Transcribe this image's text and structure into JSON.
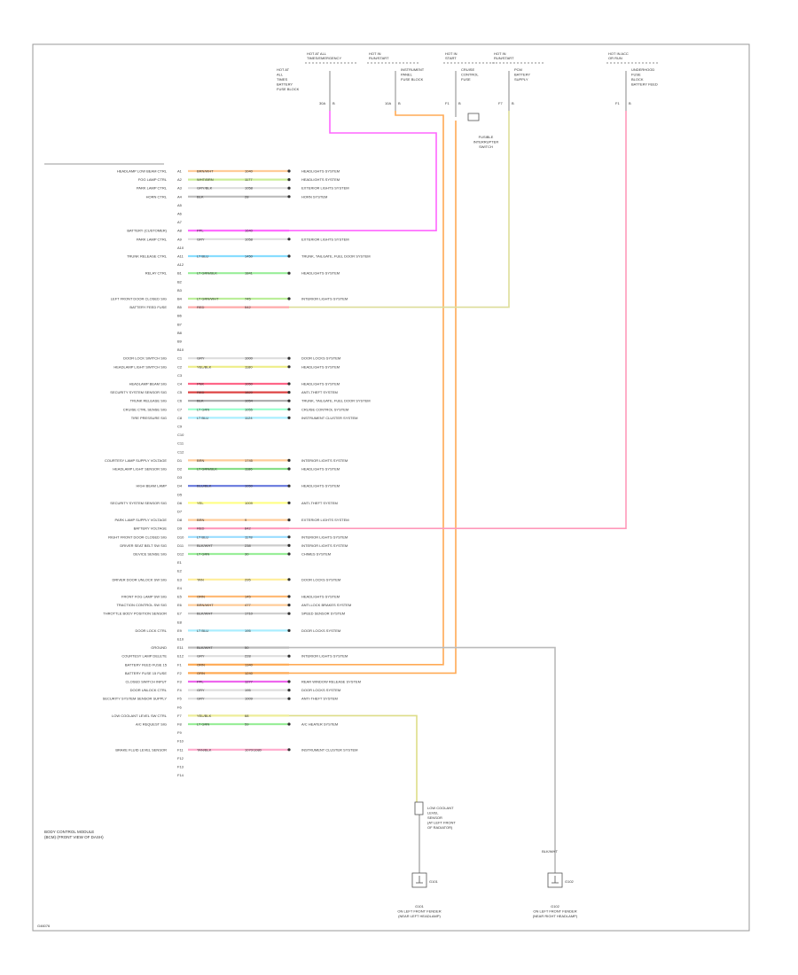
{
  "diagram": {
    "module_label": [
      "BODY CONTROL MODULE",
      "(BCM) (FRONT VIEW OF DASH)"
    ],
    "figure_id": "G46076",
    "pin_labels": [
      "A1",
      "A2",
      "A3",
      "A4",
      "A5",
      "A6",
      "A7",
      "A8",
      "A9",
      "A10",
      "A11",
      "A12",
      "B1",
      "B2",
      "B3",
      "B4",
      "B5",
      "B6",
      "B7",
      "B8",
      "B9",
      "B10",
      "C1",
      "C2",
      "C3",
      "C4",
      "C5",
      "C6",
      "C7",
      "C8",
      "C9",
      "C10",
      "C11",
      "C12",
      "D1",
      "D2",
      "D3",
      "D4",
      "D5",
      "D6",
      "D7",
      "D8",
      "D9",
      "D10",
      "D11",
      "D12",
      "E1",
      "E2",
      "E3",
      "E4",
      "E5",
      "E6",
      "E7",
      "E8",
      "E9",
      "E10",
      "E11",
      "E12",
      "F1",
      "F2",
      "F3",
      "F4",
      "F5",
      "F6",
      "F7",
      "F8",
      "F9",
      "F10",
      "F11",
      "F12",
      "F13",
      "F14"
    ],
    "rows": [
      {
        "label": "HEADLAMP LOW BEAM CTRL",
        "pin": "A1",
        "color": "BRN/WHT",
        "circuit": "1040",
        "dest": "HEADLIGHTS SYSTEM",
        "wire": "#ffcc99"
      },
      {
        "label": "FOG LAMP CTRL",
        "pin": "A2",
        "color": "WHT/BRN",
        "circuit": "1177",
        "dest": "HEADLIGHTS SYSTEM",
        "wire": "#ccee99"
      },
      {
        "label": "PARK LAMP CTRL",
        "pin": "A3",
        "color": "GRY/BLK",
        "circuit": "1058",
        "dest": "EXTERIOR LIGHTS SYSTEM",
        "wire": "#dddddd"
      },
      {
        "label": "HORN CTRL",
        "pin": "A4",
        "color": "BLK",
        "circuit": "28",
        "dest": "HORN SYSTEM",
        "wire": "#bbbbbb"
      },
      {
        "label": "BATTERY (CUSTOMER)",
        "pin": "A8",
        "color": "PPL",
        "circuit": "1640",
        "dest": "",
        "wire": "#ff66ff"
      },
      {
        "label": "PARK LAMP CTRL",
        "pin": "A9",
        "color": "GRY",
        "circuit": "1058",
        "dest": "EXTERIOR LIGHTS SYSTEM",
        "wire": "#dddddd"
      },
      {
        "label": "TRUNK RELEASE CTRL",
        "pin": "A11",
        "color": "LT BLU",
        "circuit": "1450",
        "dest": "TRUNK, TAILGATE, FUEL DOOR SYSTEM",
        "wire": "#88ddff"
      },
      {
        "label": "RELAY CTRL",
        "pin": "B1",
        "color": "LT GRN/BLK",
        "circuit": "1841",
        "dest": "HEADLIGHTS SYSTEM",
        "wire": "#99ee99"
      },
      {
        "label": "LEFT FRONT DOOR CLOSED SIG",
        "pin": "B4",
        "color": "LT GRN/WHT",
        "circuit": "745",
        "dest": "INTERIOR LIGHTS SYSTEM",
        "wire": "#bbee99"
      },
      {
        "label": "BATTERY FEED FUSE",
        "pin": "B5",
        "color": "RED",
        "circuit": "542",
        "dest": "",
        "wire": "#ffaaaa"
      },
      {
        "label": "DOOR LOCK SWITCH SIG",
        "pin": "C1",
        "color": "GRY",
        "circuit": "1000",
        "dest": "DOOR LOCKS SYSTEM",
        "wire": "#dddddd"
      },
      {
        "label": "HEADLAMP LIGHT SWITCH SIG",
        "pin": "C2",
        "color": "YEL/BLK",
        "circuit": "1180",
        "dest": "HEADLIGHTS SYSTEM",
        "wire": "#eeee88"
      },
      {
        "label": "HEADLAMP BEAM SIG",
        "pin": "C4",
        "color": "PNK",
        "circuit": "1050",
        "dest": "HEADLIGHTS SYSTEM",
        "wire": "#ff6688"
      },
      {
        "label": "SECURITY SYSTEM SENSOR SIG",
        "pin": "C5",
        "color": "RED",
        "circuit": "1820",
        "dest": "ANTI-THEFT SYSTEM",
        "wire": "#dd4444"
      },
      {
        "label": "TRUNK RELEASE SIG",
        "pin": "C6",
        "color": "BLK",
        "circuit": "1054",
        "dest": "TRUNK, TAILGATE, FUEL DOOR SYSTEM",
        "wire": "#aaaaaa"
      },
      {
        "label": "CRUISE CTRL SENSE SIG",
        "pin": "C7",
        "color": "LT GRN",
        "circuit": "1055",
        "dest": "CRUISE CONTROL SYSTEM",
        "wire": "#99ffcc"
      },
      {
        "label": "TIRE PRESSURE SIG",
        "pin": "C8",
        "color": "LT BLU",
        "circuit": "1124",
        "dest": "INSTRUMENT CLUSTER SYSTEM",
        "wire": "#aaeeff"
      },
      {
        "label": "COURTESY LAMP SUPPLY VOLTAGE",
        "pin": "D1",
        "color": "BRN",
        "circuit": "1745",
        "dest": "INTERIOR LIGHTS SYSTEM",
        "wire": "#ffcc99"
      },
      {
        "label": "HEADLAMP LIGHT SENSOR SIG",
        "pin": "D2",
        "color": "LT GRN/BLK",
        "circuit": "1186",
        "dest": "HEADLIGHTS SYSTEM",
        "wire": "#88dd88"
      },
      {
        "label": "HIGH BEAM LAMP",
        "pin": "D4",
        "color": "BLU/BLK",
        "circuit": "1050",
        "dest": "HEADLIGHTS SYSTEM",
        "wire": "#6677dd"
      },
      {
        "label": "SECURITY SYSTEM SENSOR SIG",
        "pin": "D6",
        "color": "YEL",
        "circuit": "1009",
        "dest": "ANTI-THEFT SYSTEM",
        "wire": "#ffff88"
      },
      {
        "label": "PARK LAMP SUPPLY VOLTAGE",
        "pin": "D8",
        "color": "BRN",
        "circuit": "9",
        "dest": "EXTERIOR LIGHTS SYSTEM",
        "wire": "#ffcc99"
      },
      {
        "label": "BATTERY VOLTAGE",
        "pin": "D9",
        "color": "RED",
        "circuit": "842",
        "dest": "",
        "wire": "#ff99bb"
      },
      {
        "label": "RIGHT FRONT DOOR CLOSED SIG",
        "pin": "D10",
        "color": "LT BLU",
        "circuit": "1178",
        "dest": "INTERIOR LIGHTS SYSTEM",
        "wire": "#99ddff"
      },
      {
        "label": "DRIVER SEAT BELT SW SIG",
        "pin": "D11",
        "color": "BLK/WHT",
        "circuit": "238",
        "dest": "INTERIOR LIGHTS SYSTEM",
        "wire": "#cccccc"
      },
      {
        "label": "DEVICE SENSE SIG",
        "pin": "D12",
        "color": "LT GRN",
        "circuit": "30",
        "dest": "CHIMES SYSTEM",
        "wire": "#99ee99"
      },
      {
        "label": "DRIVER DOOR UNLOCK SW SIG",
        "pin": "E3",
        "color": "TAN",
        "circuit": "295",
        "dest": "DOOR LOCKS SYSTEM",
        "wire": "#ffee99"
      },
      {
        "label": "FRONT FOG LAMP SW SIG",
        "pin": "E5",
        "color": "ORN",
        "circuit": "145",
        "dest": "HEADLIGHTS SYSTEM",
        "wire": "#ffbb77"
      },
      {
        "label": "TRACTION CONTROL SW SIG",
        "pin": "E6",
        "color": "BRN/WHT",
        "circuit": "477",
        "dest": "ANTI-LOCK BRAKES SYSTEM",
        "wire": "#ffcc99"
      },
      {
        "label": "THROTTLE BODY POSITION SENSOR",
        "pin": "E7",
        "color": "BLK/WHT",
        "circuit": "1710",
        "dest": "SPEED SENSOR SYSTEM",
        "wire": "#cccccc"
      },
      {
        "label": "DOOR LOCK CTRL",
        "pin": "E9",
        "color": "LT BLU",
        "circuit": "195",
        "dest": "DOOR LOCKS SYSTEM",
        "wire": "#aaeeff"
      },
      {
        "label": "GROUND",
        "pin": "E11",
        "color": "BLK/WHT",
        "circuit": "50",
        "dest": "",
        "wire": "#bbbbbb"
      },
      {
        "label": "COURTESY LAMP DELETE",
        "pin": "E12",
        "color": "GRY",
        "circuit": "228",
        "dest": "INTERIOR LIGHTS SYSTEM",
        "wire": "#dddddd"
      },
      {
        "label": "BATTERY FEED FUSE 15",
        "pin": "F1",
        "color": "ORN",
        "circuit": "1340",
        "dest": "",
        "wire": "#ffaa55"
      },
      {
        "label": "BATTERY FUSE 15 FUSE",
        "pin": "F2",
        "color": "ORN",
        "circuit": "1240",
        "dest": "",
        "wire": "#ffaa55"
      },
      {
        "label": "CLOSED SWITCH INPUT",
        "pin": "F3",
        "color": "PPL",
        "circuit": "1277",
        "dest": "REAR WINDOW RELEASE SYSTEM",
        "wire": "#ee66ee"
      },
      {
        "label": "DOOR UNLOCK CTRL",
        "pin": "F4",
        "color": "GRY",
        "circuit": "195",
        "dest": "DOOR LOCKS SYSTEM",
        "wire": "#dddddd"
      },
      {
        "label": "SECURITY SYSTEM SENSOR SUPPLY",
        "pin": "F5",
        "color": "GRY",
        "circuit": "1009",
        "dest": "ANTI-THEFT SYSTEM",
        "wire": "#dddddd"
      },
      {
        "label": "LOW COOLANT LEVEL SW CTRL",
        "pin": "F7",
        "color": "YEL/BLK",
        "circuit": "68",
        "dest": "",
        "wire": "#eeee99"
      },
      {
        "label": "A/C REQUEST SIG",
        "pin": "F8",
        "color": "LT GRN",
        "circuit": "59",
        "dest": "A/C HEATER SYSTEM",
        "wire": "#99ee99"
      },
      {
        "label": "BRAKE FLUID LEVEL SENSOR",
        "pin": "F11",
        "color": "TAN/BLK",
        "circuit": "1070/1080",
        "dest": "INSTRUMENT CLUSTER SYSTEM",
        "wire": "#ffaacc"
      }
    ],
    "top_connectors": [
      {
        "header": [
          "HOT AT ALL",
          "TIMES/EMERGENCY"
        ],
        "label": [
          "HOT AT",
          "ALL",
          "TIMES",
          "BATTERY",
          "FUSE BLOCK"
        ],
        "pins": [
          "30A",
          "B"
        ],
        "wire": "#ff66ff"
      },
      {
        "header": [
          "HOT IN",
          "RUN/START"
        ],
        "label": [
          "INSTRUMENT",
          "PANEL",
          "FUSE BLOCK"
        ],
        "pins": [
          "10A",
          "B"
        ],
        "wire": "#ffaa55"
      },
      {
        "header": [
          "HOT IN",
          "START"
        ],
        "label": [
          "CRUISE",
          "CONTROL",
          "FUSE"
        ],
        "pins": [
          "F1",
          "B"
        ],
        "wire": "#ffaa55"
      },
      {
        "header": [
          "HOT IN",
          "RUN/START"
        ],
        "label": [
          "PCM",
          "BATTERY",
          "SUPPLY"
        ],
        "pins": [
          "F7",
          "B"
        ],
        "wire": "#ffaa55"
      },
      {
        "header": [
          "HOT IN ACC",
          "OR RUN"
        ],
        "label": [
          "UNDERHOOD",
          "FUSE",
          "BLOCK",
          "BATTERY FEED"
        ],
        "pins": [
          "F1",
          "B"
        ],
        "wire": "#ff99bb"
      }
    ],
    "mid_device": [
      "FUSIBLE",
      "INTERRUPTER",
      "SWITCH"
    ],
    "bottom_devices": [
      {
        "label": [
          "LOW COOLANT",
          "LEVEL",
          "SENSOR",
          "(AT LEFT FRONT",
          "OF RADIATOR)"
        ],
        "ground": "G101",
        "bottom": [
          "G101",
          "ON LEFT FRONT FENDER",
          "(NEAR LEFT HEADLAMP)"
        ],
        "wire": "#dddd88"
      },
      {
        "label": [
          "BLK/WHT"
        ],
        "ground": "G102",
        "bottom": [
          "G102",
          "ON LEFT FRONT FENDER",
          "(NEAR RIGHT HEADLAMP)"
        ],
        "wire": "#bbbbbb"
      }
    ]
  }
}
